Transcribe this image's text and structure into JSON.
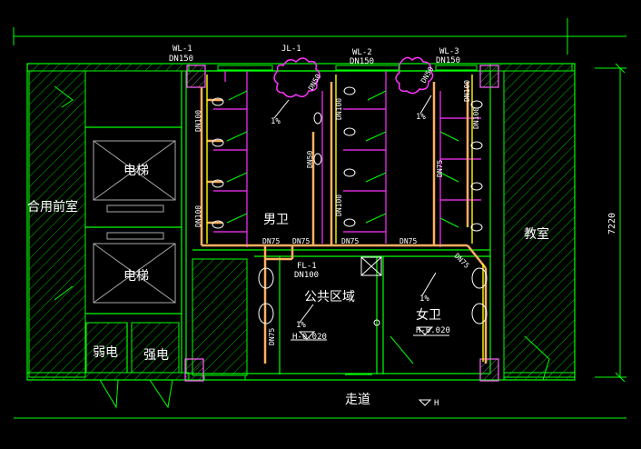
{
  "colors": {
    "background": "#000000",
    "wall": "#00ff00",
    "hatch": "#00cc00",
    "pipe": "#ffb060",
    "vent": "#ffff00",
    "partition": "#ff00ff",
    "fixture": "#ffffff",
    "text": "#ffffff"
  },
  "pipe_labels": {
    "wl1": "WL-1",
    "wl1_size": "DN150",
    "jl1": "JL-1",
    "wl2": "WL-2",
    "wl2_size": "DN150",
    "wl3": "WL-3",
    "wl3_size": "DN150",
    "fl1": "FL-1",
    "fl1_size": "DN100"
  },
  "diameter_labels": {
    "dn100_a": "DN100",
    "dn100_b": "DN100",
    "dn100_c": "DN100",
    "dn100_d": "DN100",
    "dn100_e": "DN100",
    "dn100_f": "DN100",
    "dn50_a": "DN50",
    "dn50_b": "DN50",
    "dn50_c": "DN50",
    "dn75_a": "DN75",
    "dn75_b": "DN75",
    "dn75_c": "DN75",
    "dn75_d": "DN75",
    "dn75_e": "DN75",
    "dn75_f": "DN75"
  },
  "slopes": {
    "s1": "1%",
    "s2": "1%",
    "s3": "1%",
    "s4": "1%"
  },
  "elevations": {
    "public": "H-0.020",
    "women": "H-0.020",
    "corridor": "H"
  },
  "rooms": {
    "shared_lobby": "合用前室",
    "elevator_1": "电梯",
    "elevator_2": "电梯",
    "weak_power": "弱电",
    "strong_power": "强电",
    "mens": "男卫",
    "public_area": "公共区域",
    "womens": "女卫",
    "classroom": "教室",
    "corridor": "走道"
  },
  "dimension": "7220"
}
